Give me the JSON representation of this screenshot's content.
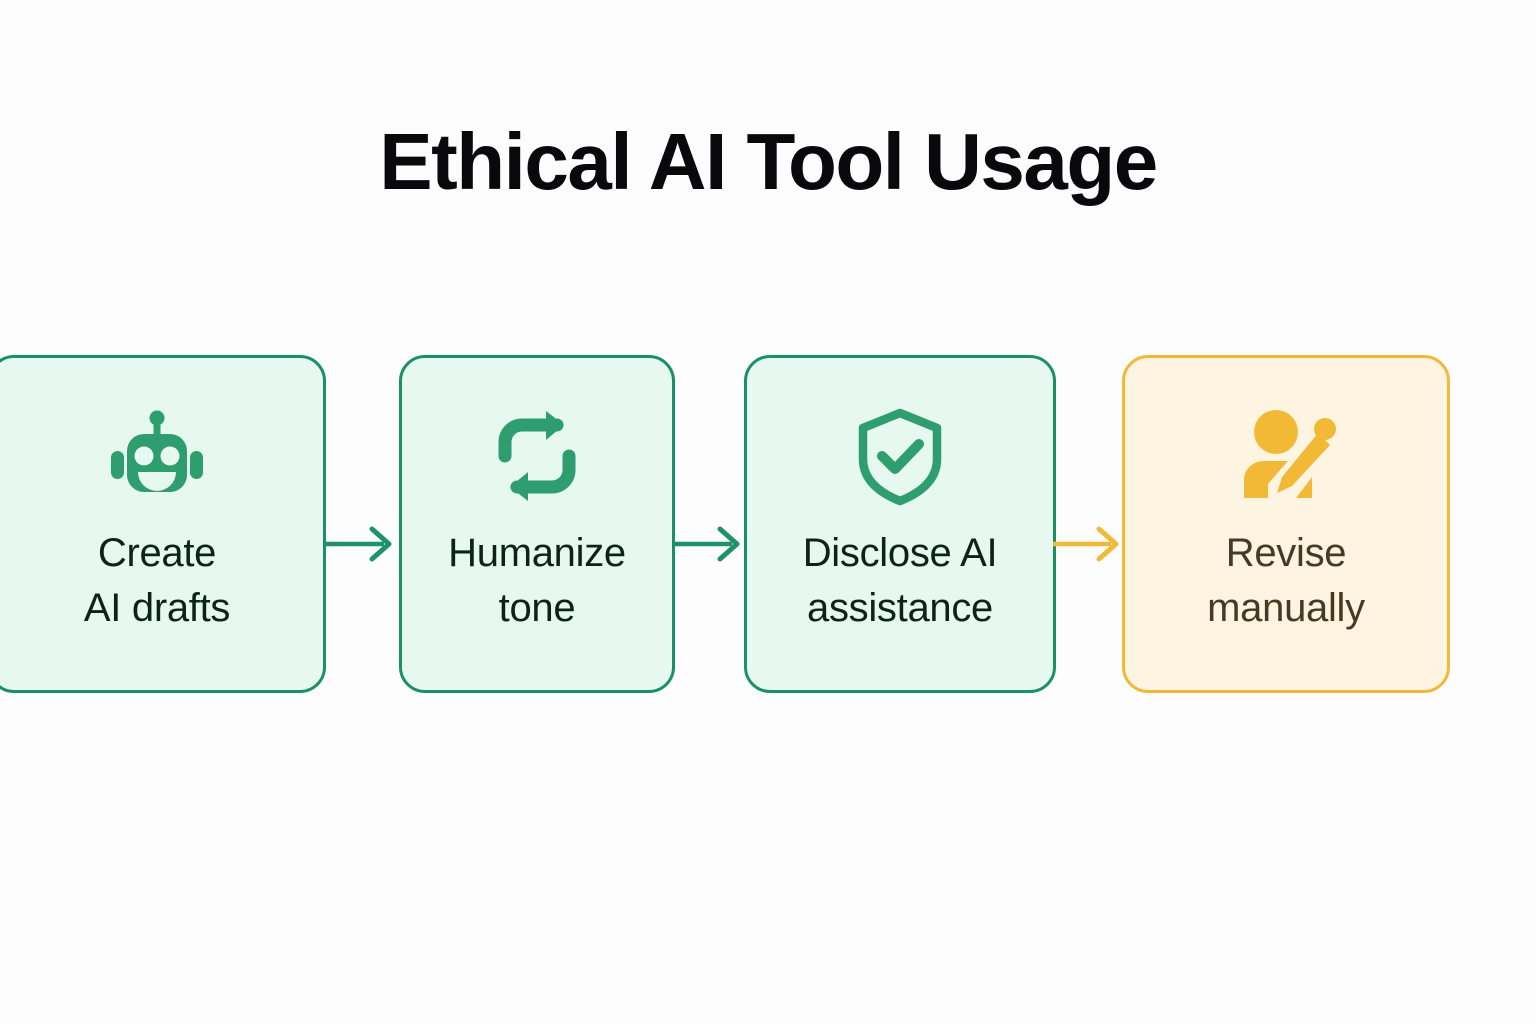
{
  "title": "Ethical AI Tool Usage",
  "colors": {
    "background": "#FDFDFE",
    "title_text": "#09090B",
    "green_accent": "#2E9E70",
    "green_border": "#1A9069",
    "green_fill": "#E6F8EF",
    "green_text": "#0D2318",
    "amber_accent": "#F2B937",
    "amber_border": "#F2B937",
    "amber_fill": "#FDF5E2",
    "amber_text": "#473A20"
  },
  "steps": [
    {
      "icon": "robot-icon",
      "line1": "Create",
      "line2": "AI drafts",
      "tone": "green"
    },
    {
      "icon": "repeat-sync-icon",
      "line1": "Humanize",
      "line2": "tone",
      "tone": "green"
    },
    {
      "icon": "shield-check-icon",
      "line1": "Disclose AI",
      "line2": "assistance",
      "tone": "green"
    },
    {
      "icon": "person-editing-icon",
      "line1": "Revise",
      "line2": "manually",
      "tone": "amber"
    }
  ],
  "arrows": [
    {
      "name": "arrow-1",
      "from": "Create AI drafts",
      "to": "Humanize tone",
      "color": "#1E9268"
    },
    {
      "name": "arrow-2",
      "from": "Humanize tone",
      "to": "Disclose AI assistance",
      "color": "#1E9268"
    },
    {
      "name": "arrow-3",
      "from": "Disclose AI assistance",
      "to": "Revise manually",
      "color": "#F2B937"
    }
  ]
}
